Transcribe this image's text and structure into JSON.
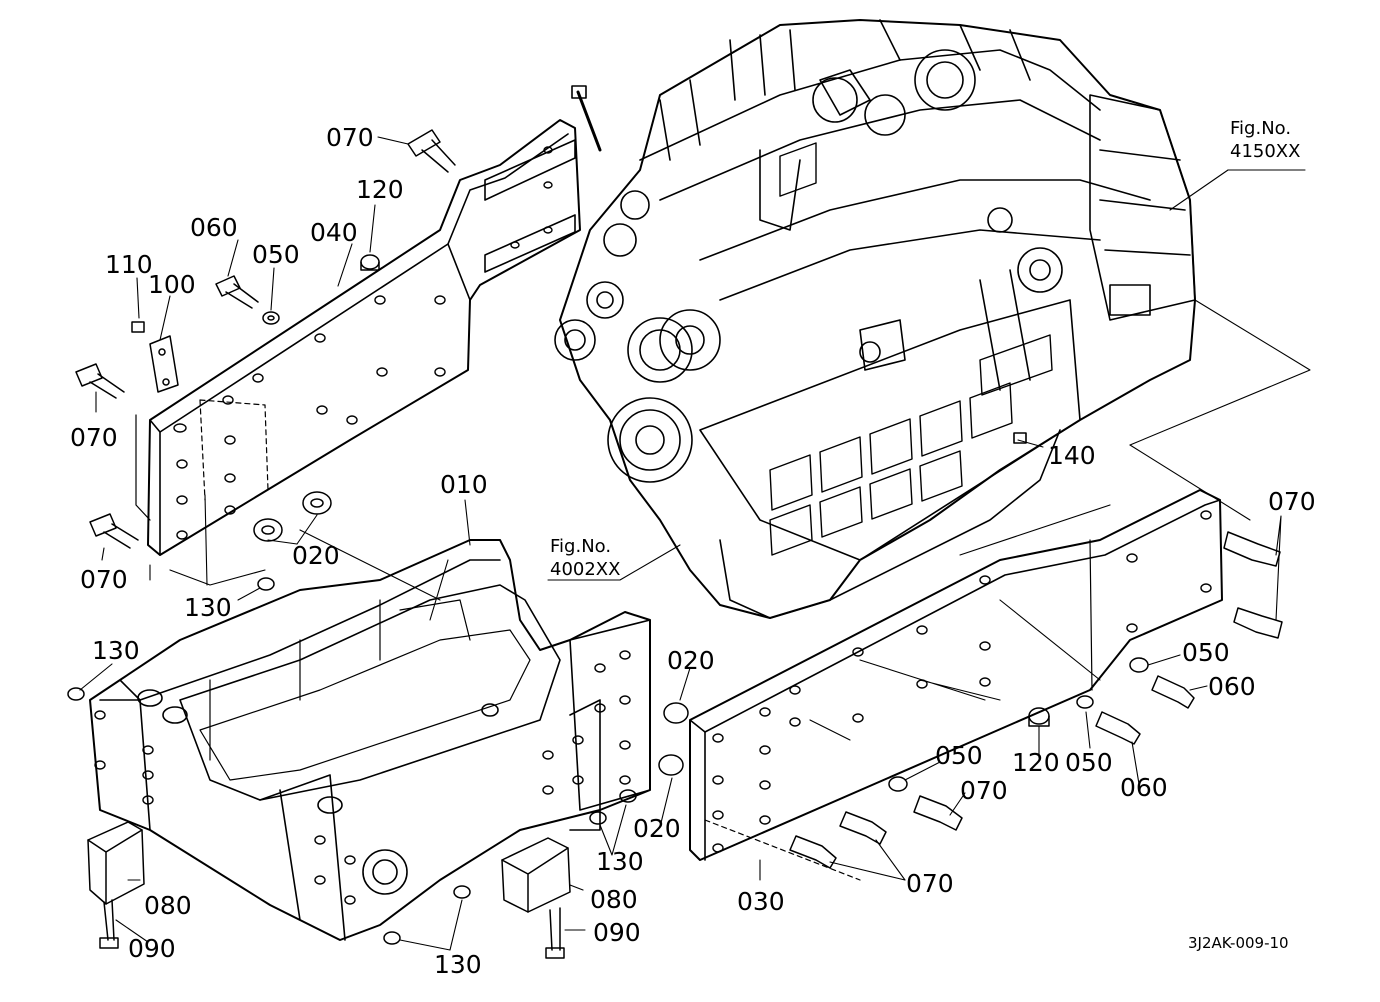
{
  "figure_refs": [
    {
      "caption": "Fig.No.",
      "number": "4150XX"
    },
    {
      "caption": "Fig.No.",
      "number": "4002XX"
    }
  ],
  "part_labels": [
    {
      "id": "p070_a",
      "text": "070"
    },
    {
      "id": "p120_a",
      "text": "120"
    },
    {
      "id": "p060_a",
      "text": "060"
    },
    {
      "id": "p050_a",
      "text": "050"
    },
    {
      "id": "p040",
      "text": "040"
    },
    {
      "id": "p110",
      "text": "110"
    },
    {
      "id": "p100",
      "text": "100"
    },
    {
      "id": "p070_b",
      "text": "070"
    },
    {
      "id": "p010",
      "text": "010"
    },
    {
      "id": "p020_a",
      "text": "020"
    },
    {
      "id": "p070_c",
      "text": "070"
    },
    {
      "id": "p130_a",
      "text": "130"
    },
    {
      "id": "p130_b",
      "text": "130"
    },
    {
      "id": "p140",
      "text": "140"
    },
    {
      "id": "p070_d",
      "text": "070"
    },
    {
      "id": "p050_b",
      "text": "050"
    },
    {
      "id": "p060_b",
      "text": "060"
    },
    {
      "id": "p020_b",
      "text": "020"
    },
    {
      "id": "p120_b",
      "text": "120"
    },
    {
      "id": "p050_c",
      "text": "050"
    },
    {
      "id": "p050_d",
      "text": "050"
    },
    {
      "id": "p070_e",
      "text": "070"
    },
    {
      "id": "p060_c",
      "text": "060"
    },
    {
      "id": "p020_c",
      "text": "020"
    },
    {
      "id": "p130_c",
      "text": "130"
    },
    {
      "id": "p080_a",
      "text": "080"
    },
    {
      "id": "p080_b",
      "text": "080"
    },
    {
      "id": "p070_f",
      "text": "070"
    },
    {
      "id": "p030",
      "text": "030"
    },
    {
      "id": "p090_a",
      "text": "090"
    },
    {
      "id": "p090_b",
      "text": "090"
    },
    {
      "id": "p130_d",
      "text": "130"
    }
  ],
  "drawing_code": "3J2AK-009-10",
  "colors": {
    "ink": "#000000",
    "paper": "#ffffff"
  }
}
